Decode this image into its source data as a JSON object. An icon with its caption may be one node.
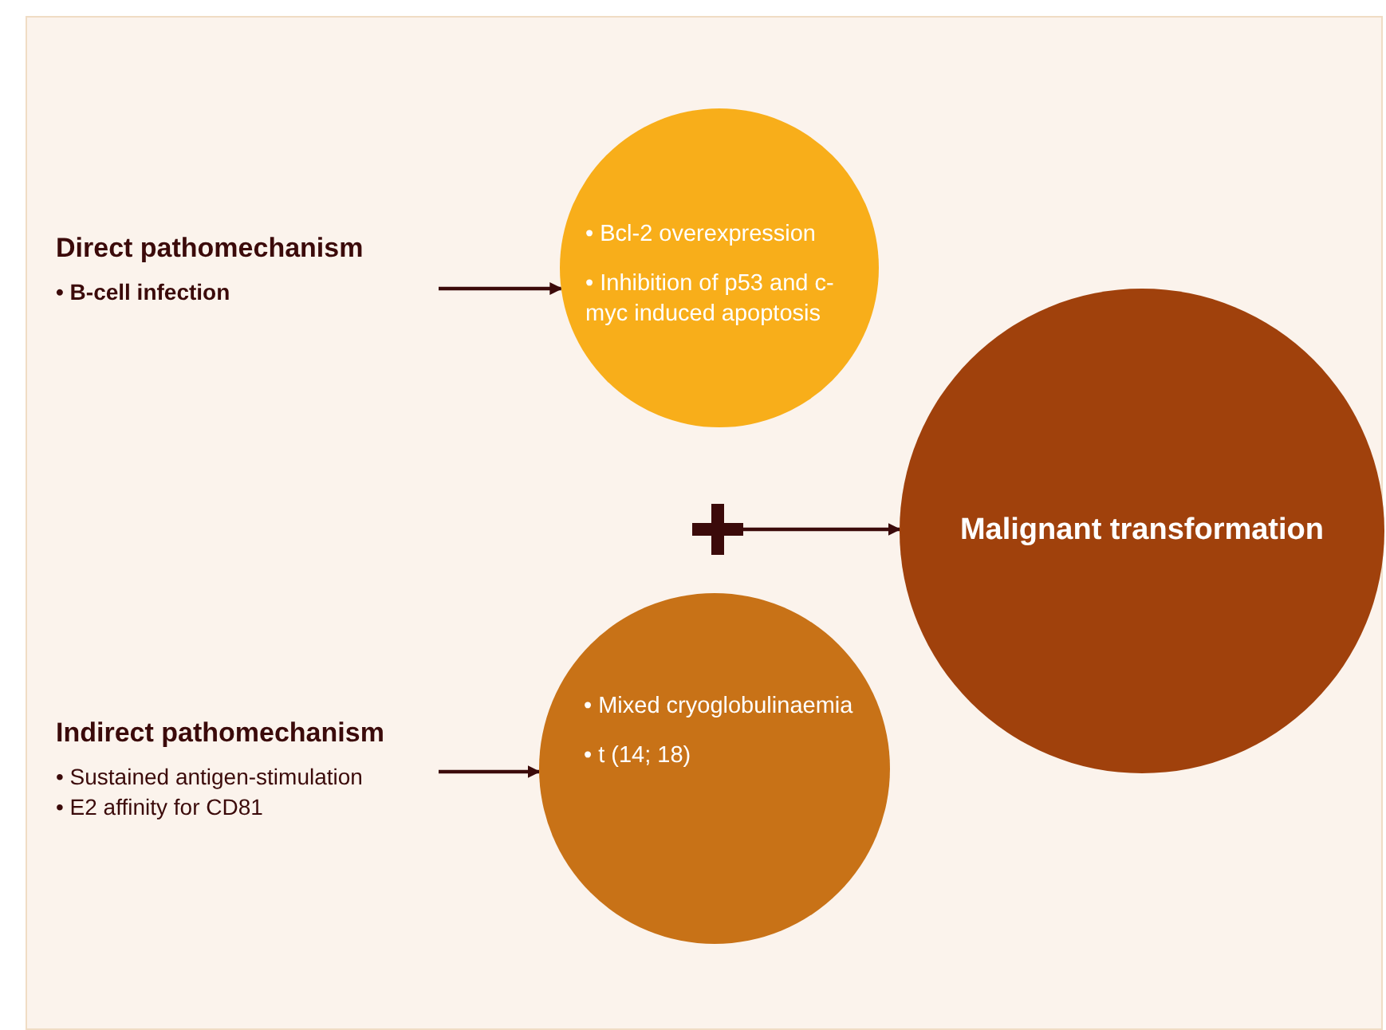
{
  "diagram": {
    "nodes": [
      {
        "text": [
          "Direct pathomechanism",
          "• B-cell infection"
        ]
      },
      {
        "text": [
          "• Bcl-2 overexpression",
          "• Inhibition of p53 and c-myc induced apoptosis"
        ]
      },
      {
        "text": [
          "Indirect pathomechanism",
          "• Sustained antigen-stimulation",
          "• E2 affinity for CD81"
        ]
      },
      {
        "text": [
          "• Mixed cryoglobulinaemia",
          "• t (14; 18)"
        ]
      },
      {
        "text": [],
        "shape": "plus"
      },
      {
        "text": [
          "Malignant transformation"
        ]
      }
    ],
    "edges": [
      {
        "from": 0,
        "to": 1,
        "arrow": "to"
      },
      {
        "from": 2,
        "to": 3,
        "arrow": "to"
      },
      {
        "from": 4,
        "to": 5,
        "arrow": "to"
      }
    ]
  }
}
